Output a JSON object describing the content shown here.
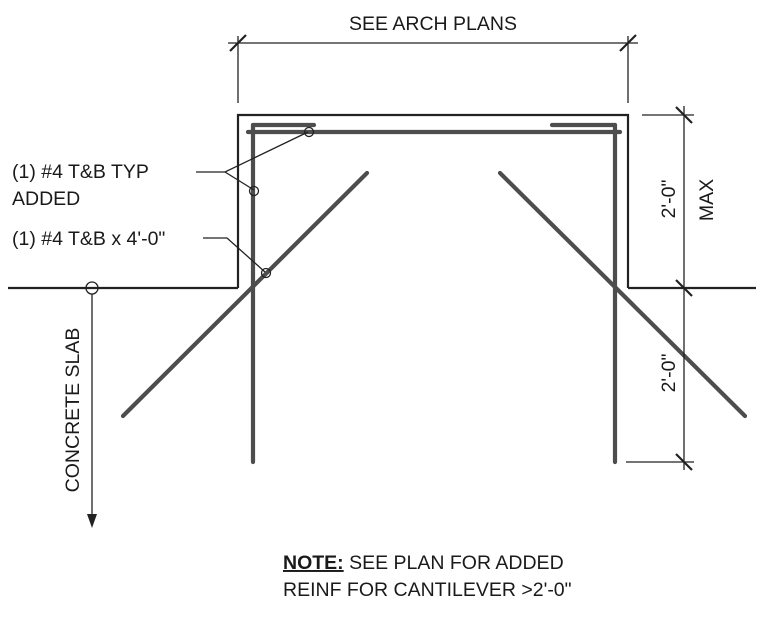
{
  "dimensions": {
    "top": "SEE ARCH PLANS",
    "upper_vertical": "2'-0\"",
    "upper_vertical_qualifier": "MAX",
    "lower_vertical": "2'-0\""
  },
  "callouts": {
    "top_bars_line1": "(1) #4 T&B TYP",
    "top_bars_line2": "ADDED",
    "diagonal_bars": "(1) #4 T&B x 4'-0\""
  },
  "slab_label": "CONCRETE SLAB",
  "note": {
    "key": "NOTE:",
    "line1": "SEE PLAN FOR ADDED",
    "line2": "REINF FOR CANTILEVER >2'-0\""
  },
  "colors": {
    "linework": "#222222",
    "rebar": "#4d4d4d",
    "background": "#ffffff"
  }
}
